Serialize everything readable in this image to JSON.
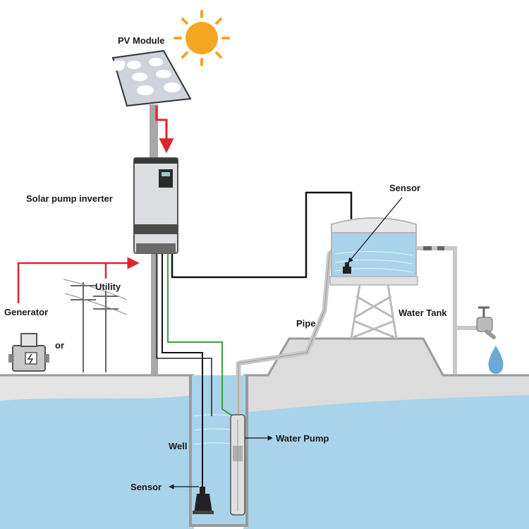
{
  "labels": {
    "pv_module": "PV Module",
    "inverter": "Solar pump inverter",
    "sensor_tank": "Sensor",
    "utility": "Utility",
    "generator": "Generator",
    "or": "or",
    "pipe": "Pipe",
    "water_tank": "Water Tank",
    "well": "Well",
    "water_pump": "Water Pump",
    "sensor_well": "Sensor"
  },
  "colors": {
    "water": "#a9d3ea",
    "ground": "#d6d6d6",
    "power_line": "#d9262b",
    "signal_line": "#111111",
    "ground_wire": "#3aa13a",
    "pipe": "#bdbdbd",
    "sun": "#f5a623"
  },
  "icons": {
    "sun": "sun-icon",
    "panel": "solar-panel-icon",
    "inverter": "inverter-icon",
    "generator": "generator-icon",
    "tower": "utility-tower-icon",
    "tap": "faucet-icon",
    "drop": "water-drop-icon",
    "pump": "submersible-pump-icon",
    "float_sensor": "float-sensor-icon"
  }
}
